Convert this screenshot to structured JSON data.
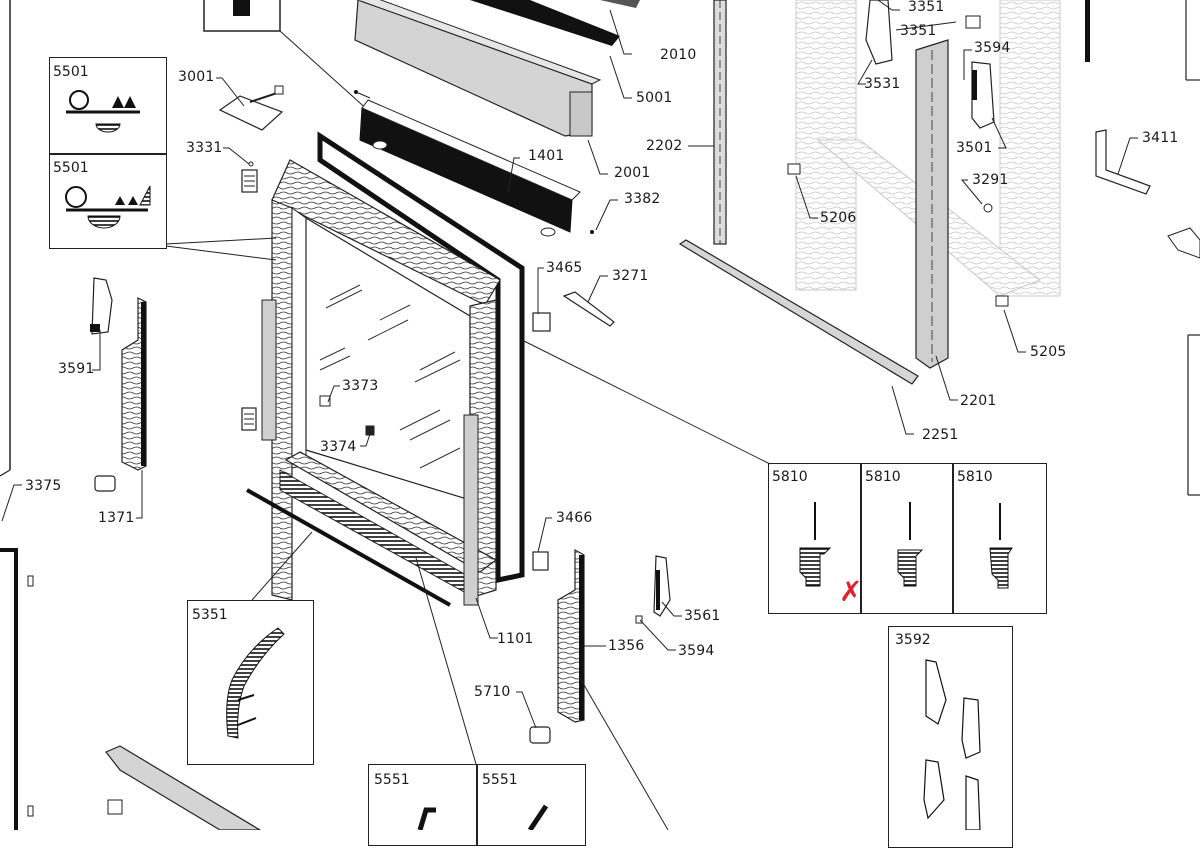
{
  "diagram": {
    "type": "exploded-parts-diagram",
    "accent_color": "#e0202a",
    "callouts": [
      {
        "id": "c3001",
        "label": "3001"
      },
      {
        "id": "c3331",
        "label": "3331"
      },
      {
        "id": "c2010",
        "label": "2010"
      },
      {
        "id": "c5001",
        "label": "5001"
      },
      {
        "id": "c2001",
        "label": "2001"
      },
      {
        "id": "c1401",
        "label": "1401"
      },
      {
        "id": "c3382",
        "label": "3382"
      },
      {
        "id": "c2202",
        "label": "2202"
      },
      {
        "id": "c3351a",
        "label": "3351"
      },
      {
        "id": "c3351b",
        "label": "3351"
      },
      {
        "id": "c3531",
        "label": "3531"
      },
      {
        "id": "c3594a",
        "label": "3594"
      },
      {
        "id": "c3501",
        "label": "3501"
      },
      {
        "id": "c3411",
        "label": "3411"
      },
      {
        "id": "c3291",
        "label": "3291"
      },
      {
        "id": "c5206",
        "label": "5206"
      },
      {
        "id": "c5205",
        "label": "5205"
      },
      {
        "id": "c2201",
        "label": "2201"
      },
      {
        "id": "c2251",
        "label": "2251"
      },
      {
        "id": "c3465",
        "label": "3465"
      },
      {
        "id": "c3271",
        "label": "3271"
      },
      {
        "id": "c3591",
        "label": "3591"
      },
      {
        "id": "c3373",
        "label": "3373"
      },
      {
        "id": "c3374",
        "label": "3374"
      },
      {
        "id": "c3375",
        "label": "3375"
      },
      {
        "id": "c1371",
        "label": "1371"
      },
      {
        "id": "c3466",
        "label": "3466"
      },
      {
        "id": "c1101",
        "label": "1101"
      },
      {
        "id": "c3561",
        "label": "3561"
      },
      {
        "id": "c1356",
        "label": "1356"
      },
      {
        "id": "c3594b",
        "label": "3594"
      },
      {
        "id": "c5710",
        "label": "5710"
      }
    ],
    "detail_boxes": [
      {
        "id": "b5501a",
        "label": "5501"
      },
      {
        "id": "b5501b",
        "label": "5501"
      },
      {
        "id": "b5810a",
        "label": "5810",
        "marked": true
      },
      {
        "id": "b5810b",
        "label": "5810"
      },
      {
        "id": "b5810c",
        "label": "5810"
      },
      {
        "id": "b5351",
        "label": "5351"
      },
      {
        "id": "b5551a",
        "label": "5551"
      },
      {
        "id": "b5551b",
        "label": "5551"
      },
      {
        "id": "b3592",
        "label": "3592"
      }
    ],
    "annotation_mark": "✗"
  }
}
